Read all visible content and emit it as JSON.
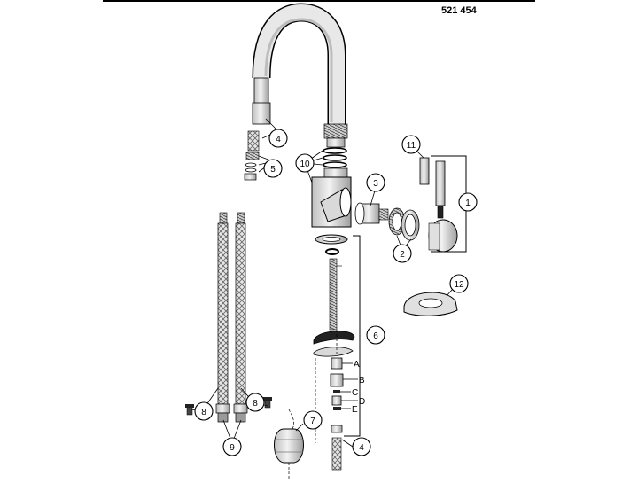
{
  "header": {
    "part_number": "521 454"
  },
  "callouts": {
    "c1": "1",
    "c2": "2",
    "c3": "3",
    "c4a": "4",
    "c4b": "4",
    "c5": "5",
    "c6": "6",
    "c7": "7",
    "c8a": "8",
    "c8b": "8",
    "c9": "9",
    "c10": "10",
    "c11": "11",
    "c12": "12"
  },
  "letters": {
    "A": "A",
    "B": "B",
    "C": "C",
    "D": "D",
    "E": "E"
  }
}
